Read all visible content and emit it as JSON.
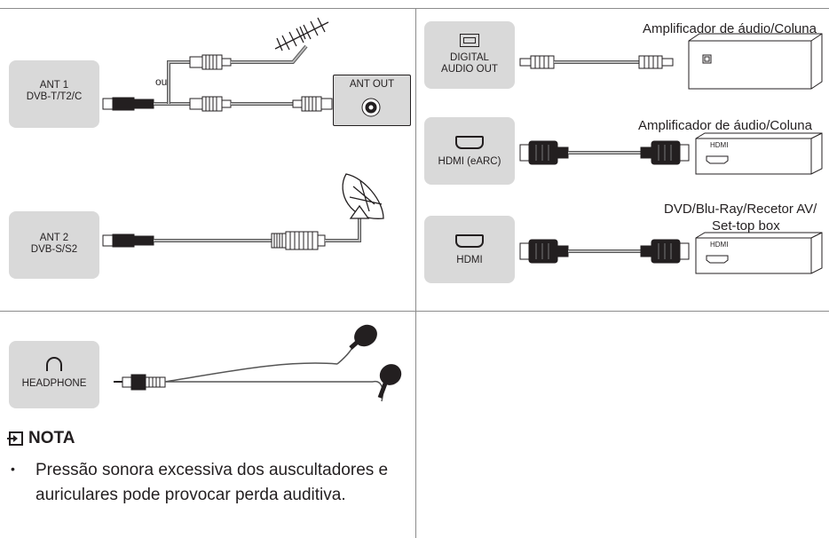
{
  "ant1": {
    "line1": "ANT 1",
    "line2": "DVB-T/T2/C"
  },
  "ou_label": "ou",
  "ant_out": "ANT OUT",
  "ant2": {
    "line1": "ANT 2",
    "line2": "DVB-S/S2"
  },
  "digital_audio": {
    "line1": "DIGITAL",
    "line2": "AUDIO OUT"
  },
  "amp1_label": "Amplificador de áudio/Coluna",
  "hdmi_earc": "HDMI (eARC)",
  "amp2_label": "Amplificador de áudio/Coluna",
  "hdmi": "HDMI",
  "dvd_label_line1": "DVD/Blu-Ray/Recetor AV/",
  "dvd_label_line2": "Set-top box",
  "device_hdmi_1": "HDMI",
  "device_hdmi_2": "HDMI",
  "headphone": "HEADPHONE",
  "note": {
    "title": "NOTA",
    "bullet": "•",
    "text": "Pressão sonora excessiva dos auscultadores e auriculares pode provocar perda auditiva."
  }
}
